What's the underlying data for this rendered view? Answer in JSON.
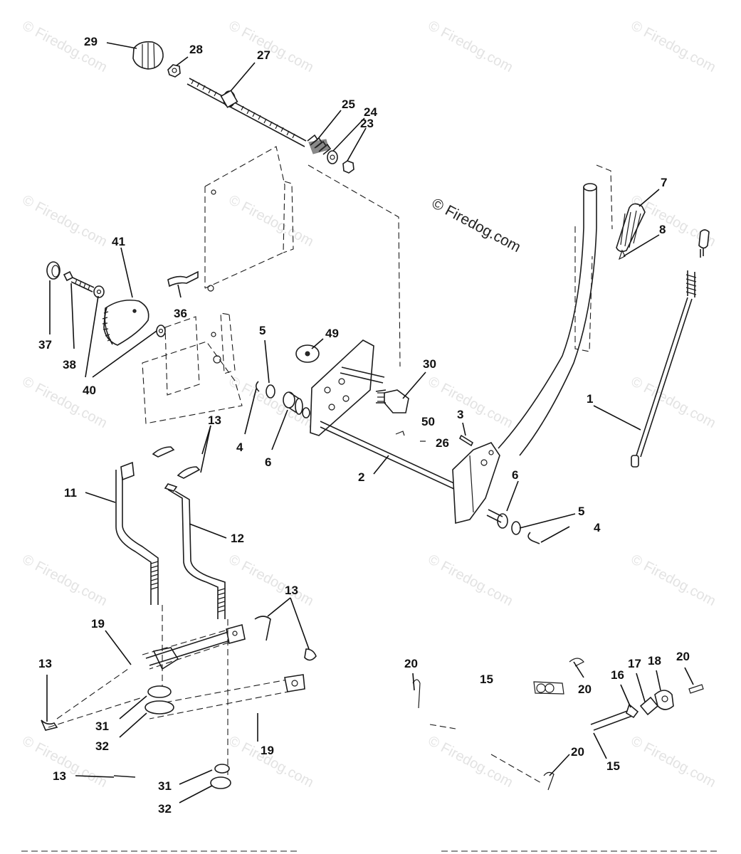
{
  "watermark": {
    "text": "© Firedog.com",
    "color": "#e3e3e3"
  },
  "main_watermark": {
    "text": "© Firedog.com",
    "color": "#222222"
  },
  "callouts": {
    "c29": "29",
    "c28": "28",
    "c27": "27",
    "c25": "25",
    "c24": "24",
    "c23": "23",
    "c7": "7",
    "c8": "8",
    "c41": "41",
    "c37": "37",
    "c38": "38",
    "c40": "40",
    "c36": "36",
    "c5a": "5",
    "c49": "49",
    "c30": "30",
    "c4a": "4",
    "c6a": "6",
    "c3": "3",
    "c50": "50",
    "c26": "26",
    "c1": "1",
    "c2": "2",
    "c6b": "6",
    "c5b": "5",
    "c4b": "4",
    "c13a": "13",
    "c11": "11",
    "c12": "12",
    "c13b": "13",
    "c19a": "19",
    "c13c": "13",
    "c31a": "31",
    "c32a": "32",
    "c19b": "19",
    "c13d": "13",
    "c31b": "31",
    "c32b": "32",
    "c20a": "20",
    "c15a": "15",
    "c20b": "20",
    "c16": "16",
    "c17": "17",
    "c18": "18",
    "c20c": "20",
    "c20d": "20",
    "c15b": "15"
  }
}
